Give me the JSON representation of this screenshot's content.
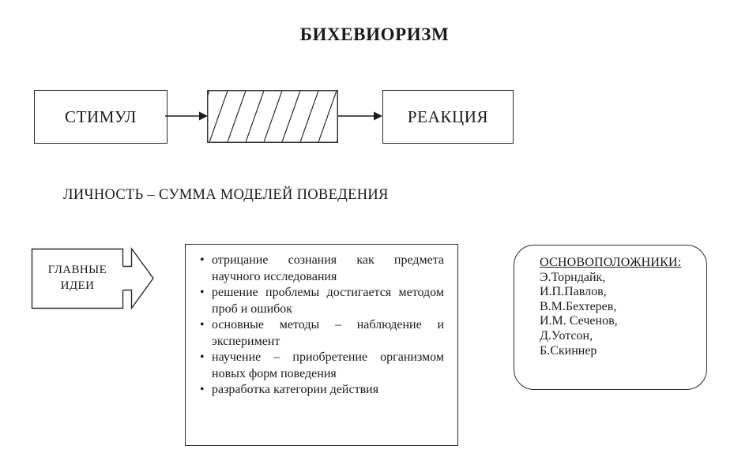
{
  "title": "БИХЕВИОРИЗМ",
  "flow": {
    "stimulus": "СТИМУЛ",
    "reaction": "РЕАКЦИЯ"
  },
  "subtitle": "ЛИЧНОСТЬ – СУММА МОДЕЛЕЙ ПОВЕДЕНИЯ",
  "main_ideas": {
    "label_line1": "ГЛАВНЫЕ",
    "label_line2": "ИДЕИ",
    "items": [
      "отрицание сознания как предмета научного исследования",
      "решение проблемы достигается методом проб и ошибок",
      "основные методы – наблюдение и эксперимент",
      "научение – приобретение организмом новых форм поведения",
      "разработка категории действия"
    ]
  },
  "founders": {
    "title": "ОСНОВОПОЛОЖНИКИ:",
    "names": [
      "Э.Торндайк,",
      "И.П.Павлов,",
      "В.М.Бехтерев,",
      "И.М. Сеченов,",
      "Д.Уотсон,",
      "Б.Скиннер"
    ]
  },
  "colors": {
    "line": "#1a1a1a",
    "background": "#ffffff"
  }
}
